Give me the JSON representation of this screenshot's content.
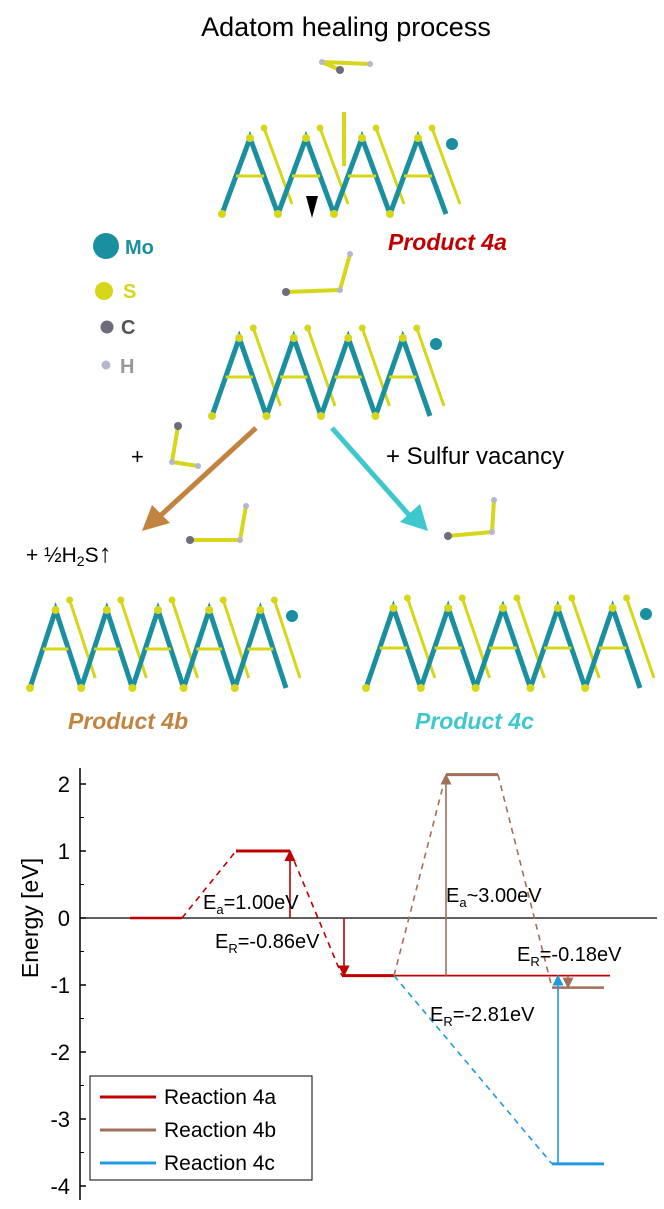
{
  "figure": {
    "title": "Adatom healing process",
    "products": {
      "a": {
        "label": "Product 4a",
        "color": "#c00000"
      },
      "b": {
        "label": "Product 4b",
        "color": "#c08440"
      },
      "c": {
        "label": "Product 4c",
        "color": "#3cc8cc"
      }
    },
    "atom_legend": [
      {
        "symbol": "Mo",
        "color": "#1a8fa0"
      },
      {
        "symbol": "S",
        "color": "#d6d61a"
      },
      {
        "symbol": "C",
        "color": "#6c6c7c"
      },
      {
        "symbol": "H",
        "color": "#b6b6cc"
      }
    ],
    "annotations": {
      "plus": "+",
      "sulfur_vacancy": "+ Sulfur vacancy",
      "h2s_prefix": "+ ½H",
      "h2s_sub": "2",
      "h2s_suffix": "S",
      "h2s_arrow": "↑"
    },
    "colors": {
      "mo": "#1a8fa0",
      "s": "#d6d61a",
      "arrow_b": "#c08440",
      "arrow_c": "#3cc8cc"
    }
  },
  "chart_data": {
    "type": "line",
    "ylabel": "Energy [eV]",
    "ylim": [
      -4.1,
      2.25
    ],
    "yticks": [
      "2",
      "1",
      "0",
      "-1",
      "-2",
      "-3",
      "-4"
    ],
    "legend": {
      "placement": "bottom-left"
    },
    "series": [
      {
        "name": "Reaction 4a",
        "color": "#c00000",
        "levels": [
          0,
          1.0,
          -0.86,
          -0.86
        ]
      },
      {
        "name": "Reaction 4b",
        "color": "#a0705a",
        "levels": [
          -0.86,
          2.14,
          -1.04
        ]
      },
      {
        "name": "Reaction 4c",
        "color": "#1e9be0",
        "levels": [
          -0.86,
          -3.67
        ]
      }
    ],
    "labels": {
      "ea_4a": {
        "E": "E",
        "sub": "a",
        "value": "=1.00eV"
      },
      "er_4a": {
        "E": "E",
        "sub": "R",
        "value": "=-0.86eV"
      },
      "ea_4b": {
        "E": "E",
        "sub": "a",
        "value": "~3.00eV"
      },
      "er_4b": {
        "E": "E",
        "sub": "R",
        "value": "=-0.18eV"
      },
      "er_4c": {
        "E": "E",
        "sub": "R",
        "value": "=-2.81eV"
      }
    }
  }
}
